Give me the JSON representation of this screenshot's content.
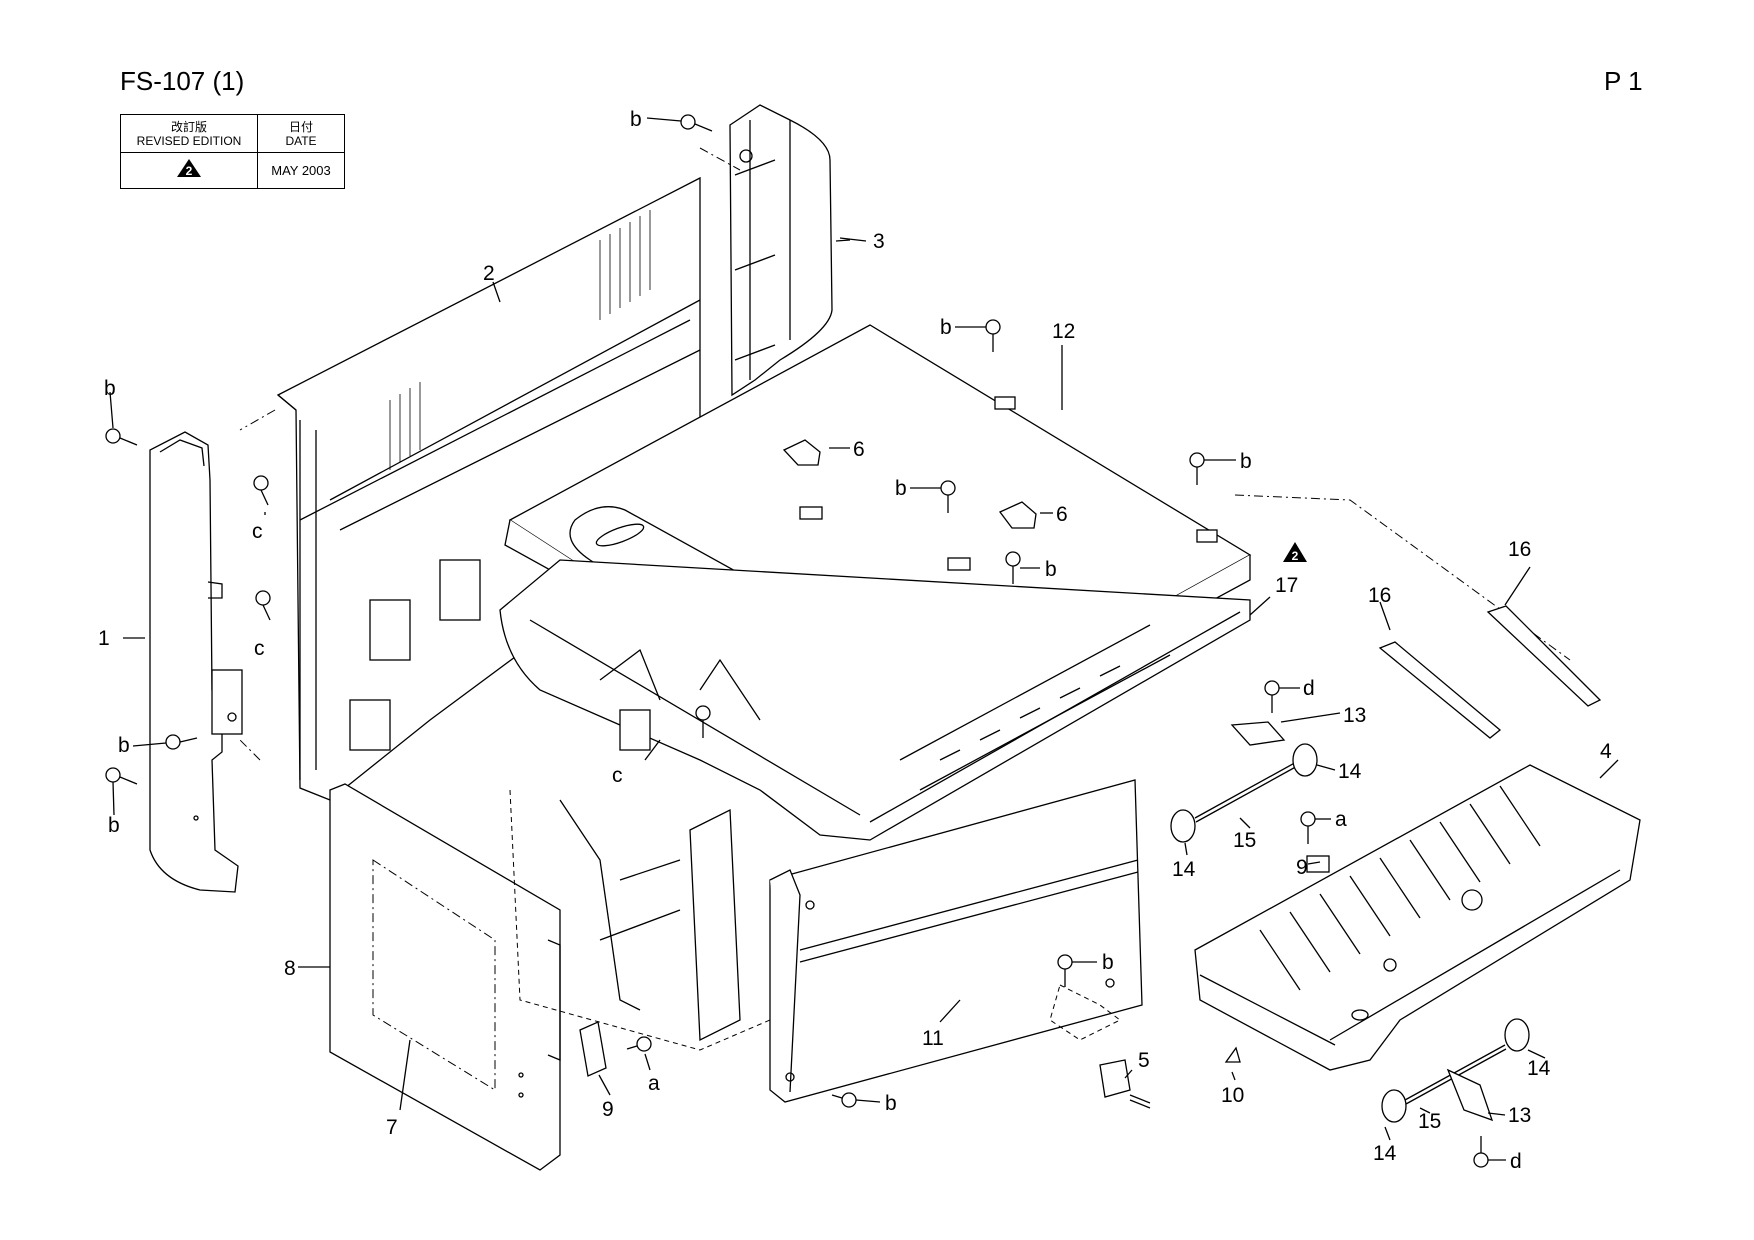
{
  "header": {
    "title": "FS-107 (1)",
    "page": "P 1"
  },
  "revision_table": {
    "col1_jp": "改訂版",
    "col1_en": "REVISED EDITION",
    "col2_jp": "日付",
    "col2_en": "DATE",
    "revision_mark": "2",
    "date": "MAY  2003"
  },
  "callouts": {
    "p1": "1",
    "p2": "2",
    "p3": "3",
    "p4": "4",
    "p5": "5",
    "p6": "6",
    "p7": "7",
    "p8": "8",
    "p9": "9",
    "p10": "10",
    "p11": "11",
    "p12": "12",
    "p13": "13",
    "p14": "14",
    "p15": "15",
    "p16": "16",
    "p17": "17",
    "a": "a",
    "b": "b",
    "c": "c",
    "d": "d"
  },
  "colors": {
    "line": "#000000",
    "background": "#ffffff"
  }
}
